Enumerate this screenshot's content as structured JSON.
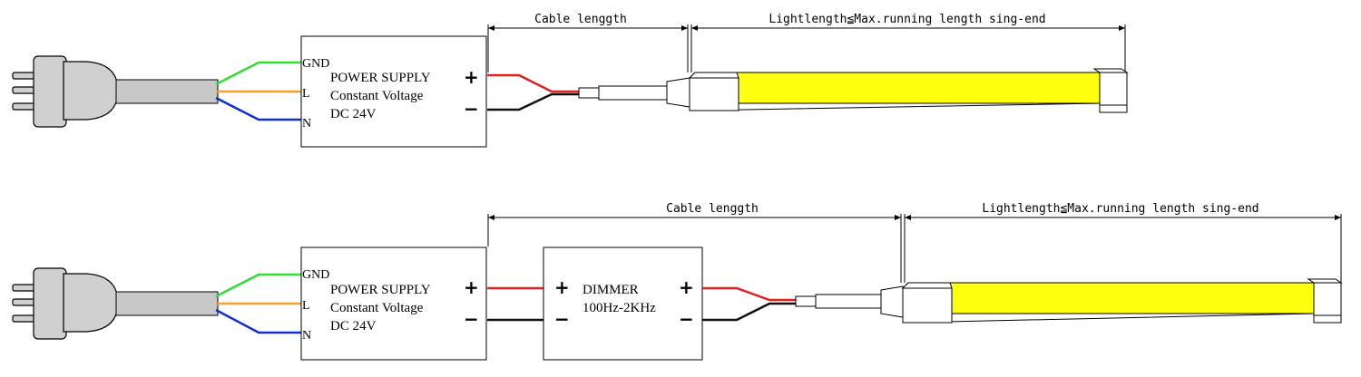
{
  "colors": {
    "ground": "#33dd33",
    "live": "#f0a030",
    "neutral": "#1030d0",
    "positive": "#e02020",
    "negative": "#111111",
    "cable": "#c8c8c8",
    "led": "#ffff10"
  },
  "top": {
    "cable_length_label": "Cable lenggth",
    "light_length_label": "Lightlength≦Max.running length sing-end",
    "power_supply": {
      "pins": {
        "gnd": "GND",
        "l": "L",
        "n": "N"
      },
      "line1": "POWER SUPPLY",
      "line2": "Constant Voltage",
      "line3": "DC 24V",
      "plus": "+",
      "minus": "−"
    }
  },
  "bottom": {
    "cable_length_label": "Cable lenggth",
    "light_length_label": "Lightlength≦Max.running length sing-end",
    "power_supply": {
      "pins": {
        "gnd": "GND",
        "l": "L",
        "n": "N"
      },
      "line1": "POWER SUPPLY",
      "line2": "Constant Voltage",
      "line3": "DC 24V",
      "plus": "+",
      "minus": "−"
    },
    "dimmer": {
      "line1": "DIMMER",
      "line2": "100Hz-2KHz",
      "in_plus": "+",
      "in_minus": "−",
      "out_plus": "+",
      "out_minus": "−"
    }
  }
}
